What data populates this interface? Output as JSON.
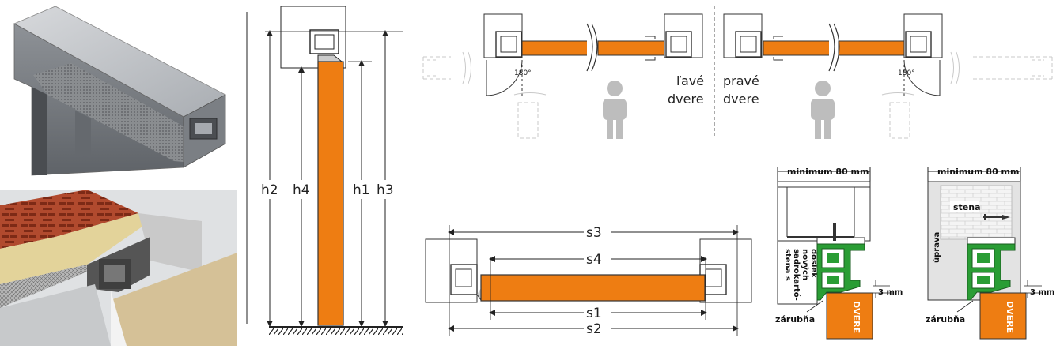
{
  "colors": {
    "door_orange": "#ee7d12",
    "frame_green": "#2a9d35",
    "ghost_gray": "#c9c9c9",
    "person_gray": "#bdbdbd",
    "aluminium": "#b9bcc0"
  },
  "height_diagram": {
    "labels": [
      "h2",
      "h4",
      "h1",
      "h3"
    ]
  },
  "door_swing": {
    "angle_label": "180°",
    "left_caption_line1": "ľavé",
    "left_caption_line2": "dvere",
    "right_caption_line1": "pravé",
    "right_caption_line2": "dvere"
  },
  "width_diagram": {
    "labels": [
      "s3",
      "s4",
      "s1",
      "s2"
    ]
  },
  "detail_drywall": {
    "min_label": "minimum 80 mm",
    "wall_label_lines": [
      "stena s",
      "sadrokartó-",
      "nových",
      "dosiek"
    ],
    "gap_label": "3 mm",
    "frame_label": "zárubňa",
    "door_label": "DVERE"
  },
  "detail_masonry": {
    "min_label": "minimum 80 mm",
    "wall_label": "stena",
    "finish_label": "úprava",
    "gap_label": "3 mm",
    "frame_label": "zárubňa",
    "door_label": "DVERE"
  }
}
